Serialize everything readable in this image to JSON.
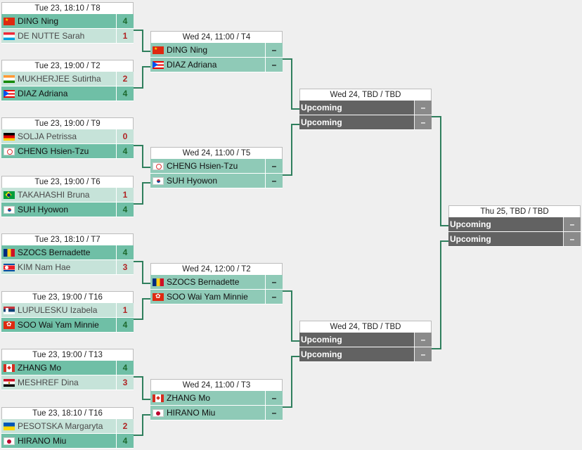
{
  "round1": [
    {
      "header": "Tue 23, 18:10 / T8",
      "p": [
        {
          "name": "DING Ning",
          "score": "4",
          "flag": "cn",
          "res": "win"
        },
        {
          "name": "DE NUTTE Sarah",
          "score": "1",
          "flag": "lu",
          "res": "lose"
        }
      ]
    },
    {
      "header": "Tue 23, 19:00 / T2",
      "p": [
        {
          "name": "MUKHERJEE Sutirtha",
          "score": "2",
          "flag": "in",
          "res": "lose"
        },
        {
          "name": "DIAZ Adriana",
          "score": "4",
          "flag": "pr",
          "res": "win"
        }
      ]
    },
    {
      "header": "Tue 23, 19:00 / T9",
      "p": [
        {
          "name": "SOLJA Petrissa",
          "score": "0",
          "flag": "de",
          "res": "lose"
        },
        {
          "name": "CHENG Hsien-Tzu",
          "score": "4",
          "flag": "tpe",
          "res": "win"
        }
      ]
    },
    {
      "header": "Tue 23, 19:00 / T6",
      "p": [
        {
          "name": "TAKAHASHI Bruna",
          "score": "1",
          "flag": "br",
          "res": "lose"
        },
        {
          "name": "SUH Hyowon",
          "score": "4",
          "flag": "kr",
          "res": "win"
        }
      ]
    },
    {
      "header": "Tue 23, 18:10 / T7",
      "p": [
        {
          "name": "SZOCS Bernadette",
          "score": "4",
          "flag": "ro",
          "res": "win"
        },
        {
          "name": "KIM Nam Hae",
          "score": "3",
          "flag": "kp",
          "res": "lose"
        }
      ]
    },
    {
      "header": "Tue 23, 19:00 / T16",
      "p": [
        {
          "name": "LUPULESKU Izabela",
          "score": "1",
          "flag": "rs",
          "res": "lose"
        },
        {
          "name": "SOO Wai Yam Minnie",
          "score": "4",
          "flag": "hk",
          "res": "win"
        }
      ]
    },
    {
      "header": "Tue 23, 19:00 / T13",
      "p": [
        {
          "name": "ZHANG Mo",
          "score": "4",
          "flag": "ca",
          "res": "win"
        },
        {
          "name": "MESHREF Dina",
          "score": "3",
          "flag": "eg",
          "res": "lose"
        }
      ]
    },
    {
      "header": "Tue 23, 18:10 / T16",
      "p": [
        {
          "name": "PESOTSKA Margaryta",
          "score": "2",
          "flag": "ua",
          "res": "lose"
        },
        {
          "name": "HIRANO Miu",
          "score": "4",
          "flag": "jp",
          "res": "win"
        }
      ]
    }
  ],
  "round2": [
    {
      "header": "Wed 24, 11:00 / T4",
      "p": [
        {
          "name": "DING Ning",
          "score": "–",
          "flag": "cn",
          "res": "pend"
        },
        {
          "name": "DIAZ Adriana",
          "score": "–",
          "flag": "pr",
          "res": "pend"
        }
      ]
    },
    {
      "header": "Wed 24, 11:00 / T5",
      "p": [
        {
          "name": "CHENG Hsien-Tzu",
          "score": "–",
          "flag": "tpe",
          "res": "pend"
        },
        {
          "name": "SUH Hyowon",
          "score": "–",
          "flag": "kr",
          "res": "pend"
        }
      ]
    },
    {
      "header": "Wed 24, 12:00 / T2",
      "p": [
        {
          "name": "SZOCS Bernadette",
          "score": "–",
          "flag": "ro",
          "res": "pend"
        },
        {
          "name": "SOO Wai Yam Minnie",
          "score": "–",
          "flag": "hk",
          "res": "pend"
        }
      ]
    },
    {
      "header": "Wed 24, 11:00 / T3",
      "p": [
        {
          "name": "ZHANG Mo",
          "score": "–",
          "flag": "ca",
          "res": "pend"
        },
        {
          "name": "HIRANO Miu",
          "score": "–",
          "flag": "jp",
          "res": "pend"
        }
      ]
    }
  ],
  "round3": [
    {
      "header": "Wed 24, TBD / TBD",
      "p": [
        {
          "name": "Upcoming",
          "score": "–",
          "flag": "",
          "res": "tbd"
        },
        {
          "name": "Upcoming",
          "score": "–",
          "flag": "",
          "res": "tbd"
        }
      ]
    },
    {
      "header": "Wed 24, TBD / TBD",
      "p": [
        {
          "name": "Upcoming",
          "score": "–",
          "flag": "",
          "res": "tbd"
        },
        {
          "name": "Upcoming",
          "score": "–",
          "flag": "",
          "res": "tbd"
        }
      ]
    }
  ],
  "round4": [
    {
      "header": "Thu 25, TBD / TBD",
      "p": [
        {
          "name": "Upcoming",
          "score": "–",
          "flag": "",
          "res": "tbd"
        },
        {
          "name": "Upcoming",
          "score": "–",
          "flag": "",
          "res": "tbd"
        }
      ]
    }
  ]
}
